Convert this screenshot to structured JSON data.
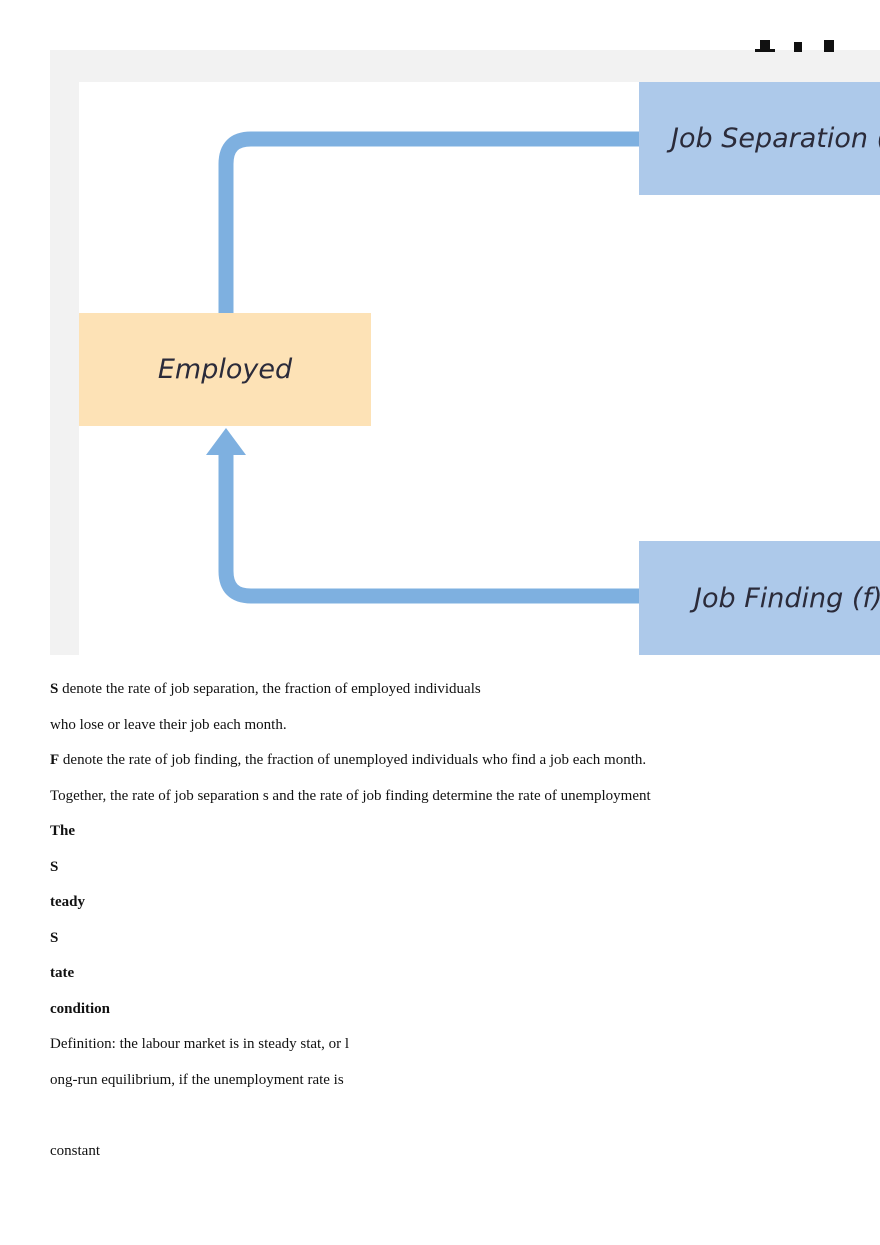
{
  "diagram": {
    "nodes": {
      "employed": "Employed",
      "job_separation": "Job Separation (s",
      "job_finding": "Job Finding (f)"
    },
    "colors": {
      "figure_background": "#f2f2f2",
      "employed_fill": "#fde2b6",
      "rate_box_fill": "#adc9ea",
      "arrow": "#7eb0e0"
    }
  },
  "body_text": {
    "line1_bold": "S",
    "line1_rest": " denote the rate of job separation, the fraction of employed individuals",
    "line2": "who lose or leave their job each month.",
    "line3_bold": "F",
    "line3_rest": " denote the rate of job finding, the fraction of unemployed individuals who find a job each month.",
    "line4": "Together, the rate of job separation s and the rate of job finding determine the rate of unemployment",
    "heading_parts": [
      "The",
      "S",
      "teady",
      "S",
      "tate",
      "condition"
    ],
    "definition_line1": "Definition: the labour market is in steady stat, or l",
    "definition_line2": "ong-run equilibrium, if the unemployment rate is",
    "definition_line3": "constant"
  }
}
